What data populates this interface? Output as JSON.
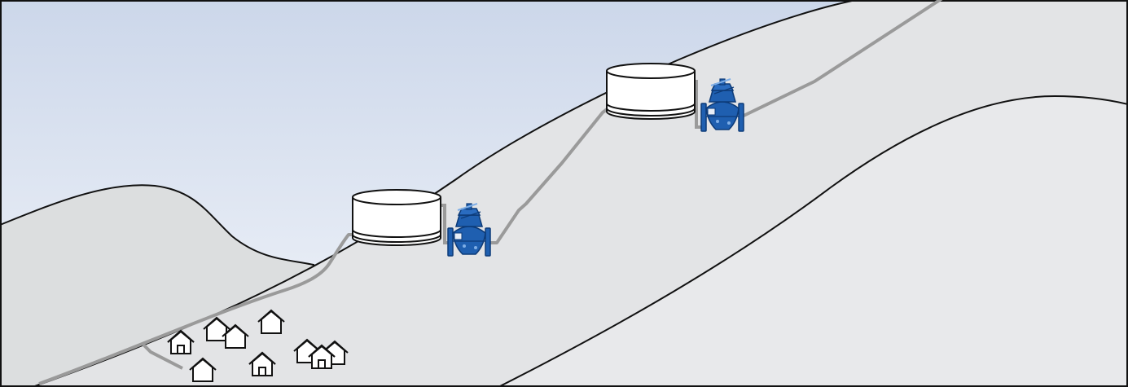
{
  "diagram": {
    "colors": {
      "sky_top": "#ccd7ea",
      "sky_bottom": "#f2f5fa",
      "hill_back": "#dcdedf",
      "hill_main": "#e3e4e6",
      "hill_front": "#e8e9eb",
      "outline": "#111111",
      "pipe": "#9a9a9a",
      "valve_body": "#1f5fb0",
      "valve_dark": "#0d3b78",
      "valve_highlight": "#7faee6",
      "tank_fill": "#ffffff",
      "house_fill": "#ffffff"
    },
    "tanks": [
      {
        "id": "lower-reservoir-tank"
      },
      {
        "id": "upper-reservoir-tank"
      }
    ],
    "valves": [
      {
        "id": "lower-control-valve",
        "icon": "control-valve-icon"
      },
      {
        "id": "upper-control-valve",
        "icon": "control-valve-icon"
      }
    ],
    "houses": [
      {
        "icon": "house-icon"
      },
      {
        "icon": "house-icon"
      },
      {
        "icon": "house-icon"
      },
      {
        "icon": "house-icon"
      },
      {
        "icon": "house-icon"
      },
      {
        "icon": "house-icon"
      },
      {
        "icon": "house-icon"
      },
      {
        "icon": "house-icon"
      },
      {
        "icon": "house-icon"
      },
      {
        "icon": "house-icon"
      }
    ]
  }
}
